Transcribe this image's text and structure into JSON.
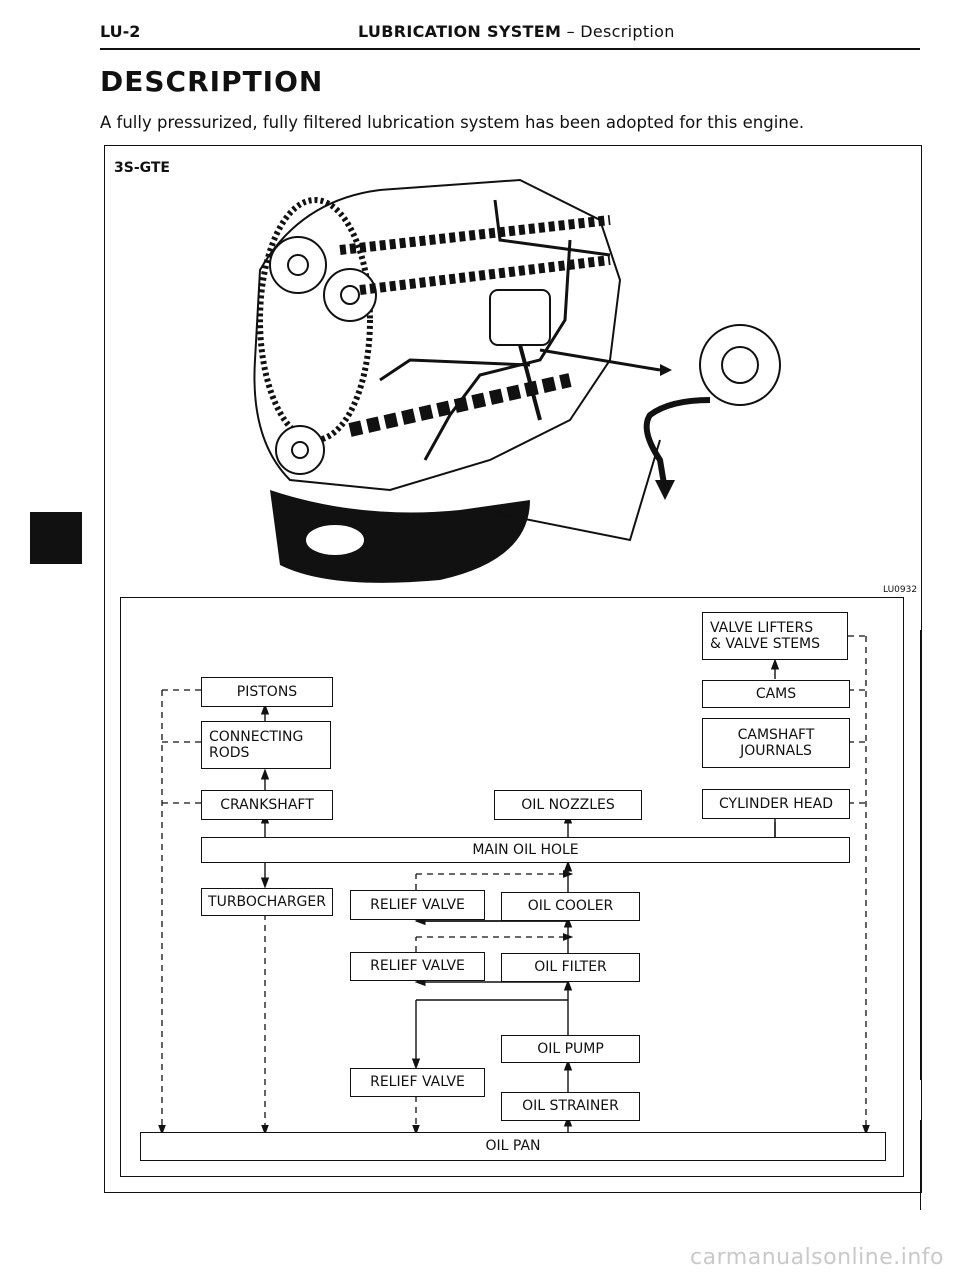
{
  "header": {
    "code": "LU-2",
    "title_bold": "LUBRICATION SYSTEM",
    "title_rest": " – Description"
  },
  "page": {
    "title": "DESCRIPTION",
    "intro": "A fully pressurized, fully filtered lubrication system has been adopted for this engine."
  },
  "figure": {
    "engine_label": "3S-GTE",
    "figure_code": "LU0932"
  },
  "flow": {
    "valve_lifters": "VALVE LIFTERS\n& VALVE STEMS",
    "cams": "CAMS",
    "camshaft_journals": "CAMSHAFT\nJOURNALS",
    "cylinder_head": "CYLINDER HEAD",
    "pistons": "PISTONS",
    "connecting_rods": "CONNECTING\nRODS",
    "crankshaft": "CRANKSHAFT",
    "oil_nozzles": "OIL NOZZLES",
    "main_oil_hole": "MAIN OIL HOLE",
    "turbocharger": "TURBOCHARGER",
    "relief_valve_1": "RELIEF VALVE",
    "oil_cooler": "OIL COOLER",
    "relief_valve_2": "RELIEF VALVE",
    "oil_filter": "OIL FILTER",
    "oil_pump": "OIL PUMP",
    "relief_valve_3": "RELIEF VALVE",
    "oil_strainer": "OIL STRAINER",
    "oil_pan": "OIL PAN"
  },
  "watermark": "carmanualsonline.info"
}
